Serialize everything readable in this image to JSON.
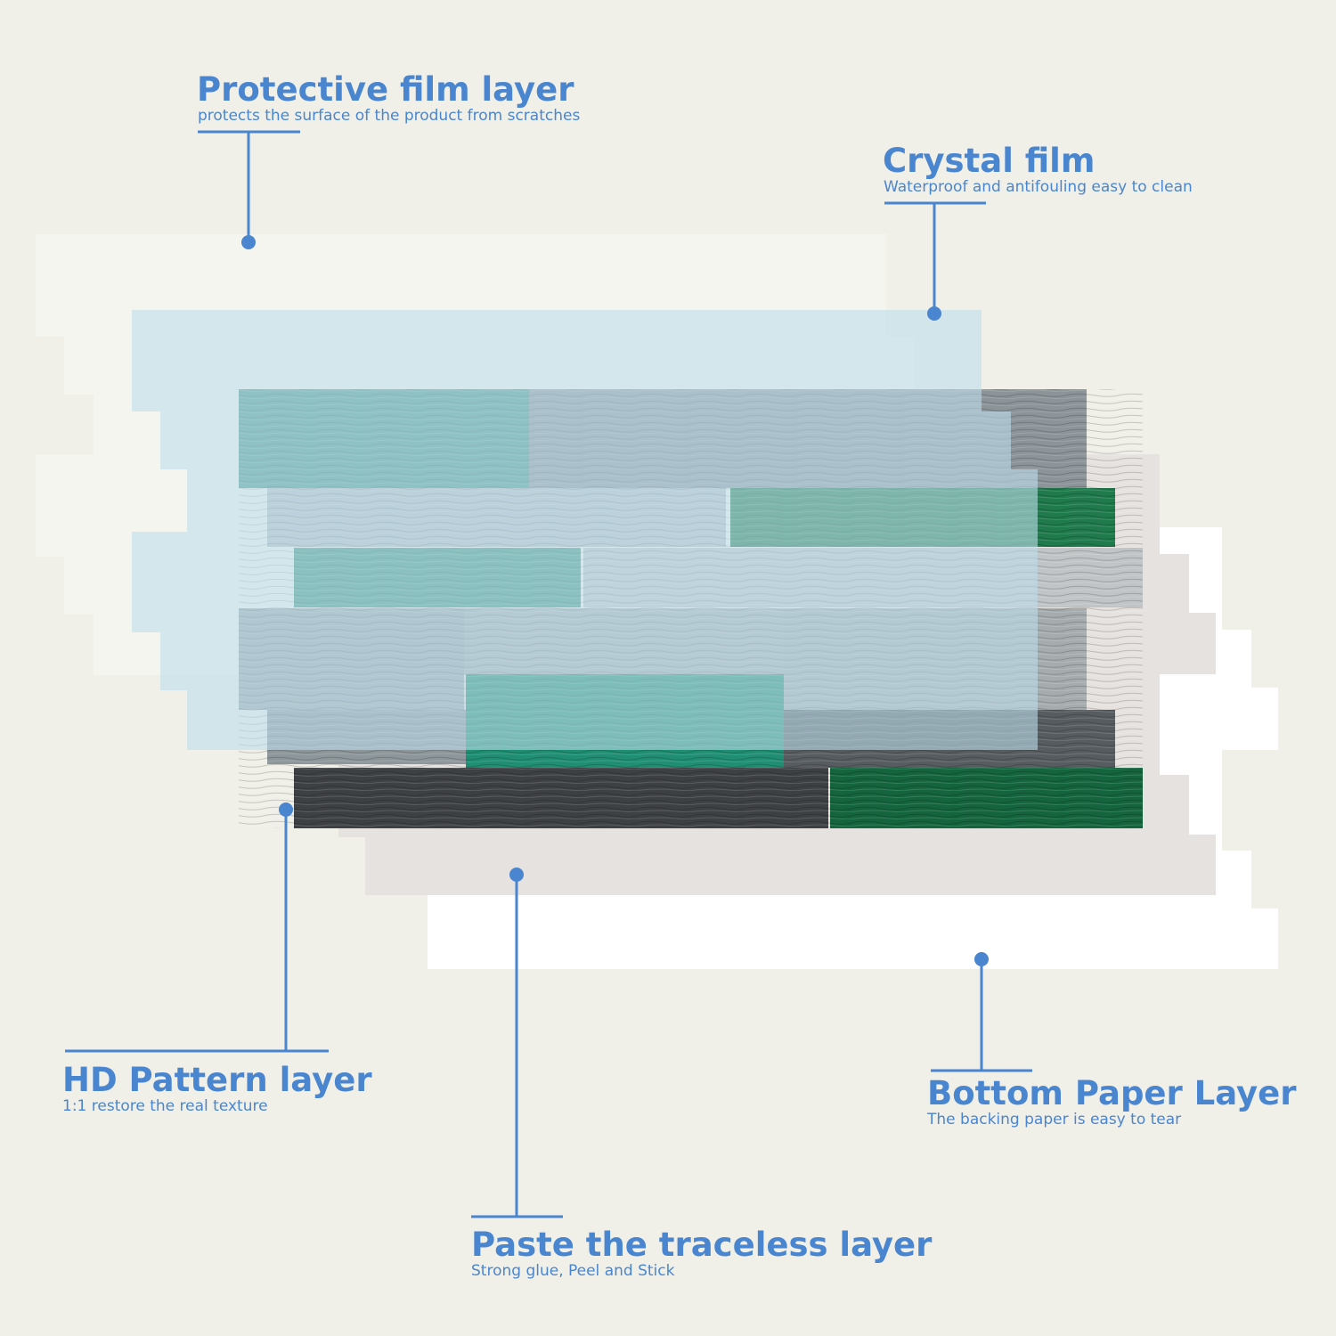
{
  "accent_color": "#4a86d0",
  "callouts": {
    "protective": {
      "title": "Protective film layer",
      "subtitle": "protects the surface of the product from scratches"
    },
    "crystal": {
      "title": "Crystal film",
      "subtitle": "Waterproof and antifouling easy to clean"
    },
    "hd_pattern": {
      "title": "HD Pattern layer",
      "subtitle": "1:1 restore the real texture"
    },
    "traceless": {
      "title": "Paste the traceless layer",
      "subtitle": "Strong glue, Peel and Stick"
    },
    "bottom_paper": {
      "title": "Bottom Paper Layer",
      "subtitle": "The backing paper is easy to tear"
    }
  }
}
